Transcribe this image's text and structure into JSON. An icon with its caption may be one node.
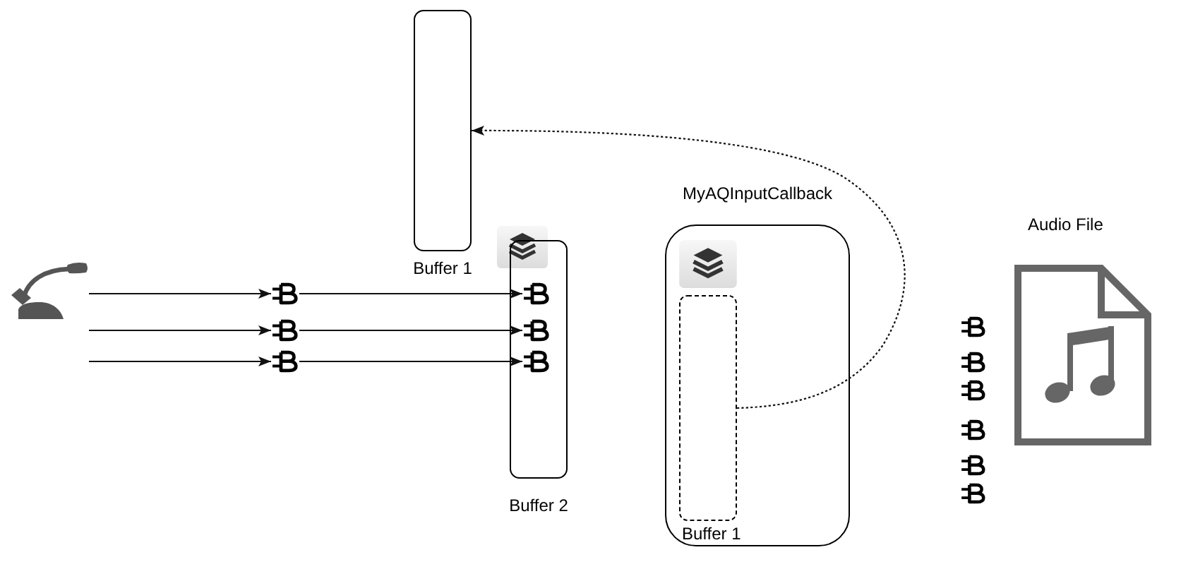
{
  "diagram": {
    "nodes": [
      {
        "text": [],
        "shape": "picture"
      },
      {
        "text": [],
        "shape": "picture"
      },
      {
        "text": [],
        "shape": "picture"
      },
      {
        "text": [],
        "shape": "picture"
      },
      {
        "text": [
          "Buffer 1"
        ]
      },
      {
        "text": [
          "Buffer 2"
        ]
      },
      {
        "text": [],
        "shape": "picture",
        "in": 5
      },
      {
        "text": [],
        "shape": "picture",
        "in": 5
      },
      {
        "text": [],
        "shape": "picture",
        "in": 5
      },
      {
        "text": [
          "MyAQInputCallback"
        ]
      },
      {
        "text": [
          "Buffer 1"
        ],
        "in": 9
      },
      {
        "text": [
          "Audio File"
        ]
      },
      {
        "text": [],
        "shape": "picture"
      },
      {
        "text": [],
        "shape": "picture"
      },
      {
        "text": [],
        "shape": "picture"
      },
      {
        "text": [],
        "shape": "picture"
      },
      {
        "text": [],
        "shape": "picture"
      },
      {
        "text": [],
        "shape": "picture"
      }
    ],
    "edges": [
      {
        "from": 0,
        "to": 1,
        "arrow": "to"
      },
      {
        "from": 0,
        "to": 2,
        "arrow": "to"
      },
      {
        "from": 0,
        "to": 3,
        "arrow": "to"
      },
      {
        "from": 1,
        "to": 6,
        "arrow": "to"
      },
      {
        "from": 2,
        "to": 7,
        "arrow": "to"
      },
      {
        "from": 3,
        "to": 8,
        "arrow": "to"
      },
      {
        "from": 10,
        "to": 4,
        "arrow": "to",
        "style": "dashed"
      }
    ]
  }
}
